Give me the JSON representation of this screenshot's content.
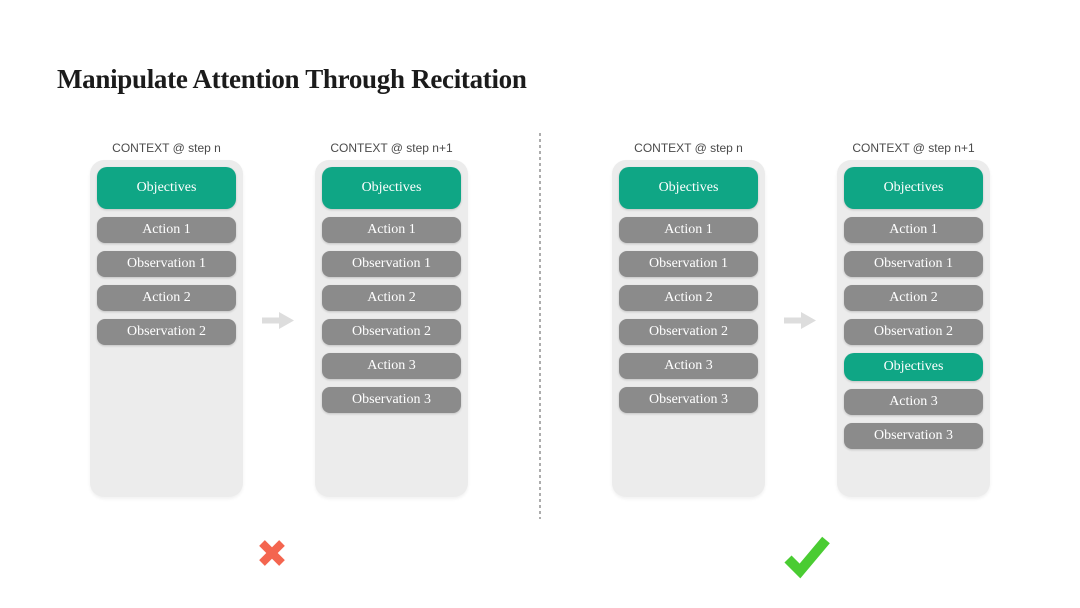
{
  "title": "Manipulate Attention Through Recitation",
  "colors": {
    "accent_teal": "#0FA685",
    "item_gray": "#8B8B8B",
    "container_gray": "#ECECEC",
    "arrow_gray": "#DDDDDD",
    "cross_red": "#F4654F",
    "check_green": "#4ACC32"
  },
  "icons": {
    "arrow": "right-arrow-icon",
    "reject": "cross-icon",
    "accept": "check-icon"
  },
  "panels": [
    {
      "name": "without-recitation",
      "verdict": "rejected",
      "columns": [
        {
          "header": "CONTEXT @ step n",
          "items": [
            {
              "label": "Objectives",
              "type": "objective"
            },
            {
              "label": "Action 1",
              "type": "step"
            },
            {
              "label": "Observation 1",
              "type": "step"
            },
            {
              "label": "Action 2",
              "type": "step"
            },
            {
              "label": "Observation 2",
              "type": "step"
            }
          ]
        },
        {
          "header": "CONTEXT @ step n+1",
          "items": [
            {
              "label": "Objectives",
              "type": "objective"
            },
            {
              "label": "Action 1",
              "type": "step"
            },
            {
              "label": "Observation 1",
              "type": "step"
            },
            {
              "label": "Action 2",
              "type": "step"
            },
            {
              "label": "Observation 2",
              "type": "step"
            },
            {
              "label": "Action 3",
              "type": "step"
            },
            {
              "label": "Observation 3",
              "type": "step"
            }
          ]
        }
      ]
    },
    {
      "name": "with-recitation",
      "verdict": "accepted",
      "columns": [
        {
          "header": "CONTEXT @ step n",
          "items": [
            {
              "label": "Objectives",
              "type": "objective"
            },
            {
              "label": "Action 1",
              "type": "step"
            },
            {
              "label": "Observation 1",
              "type": "step"
            },
            {
              "label": "Action 2",
              "type": "step"
            },
            {
              "label": "Observation 2",
              "type": "step"
            },
            {
              "label": "Action 3",
              "type": "step"
            },
            {
              "label": "Observation 3",
              "type": "step"
            }
          ]
        },
        {
          "header": "CONTEXT @ step n+1",
          "items": [
            {
              "label": "Objectives",
              "type": "objective"
            },
            {
              "label": "Action 1",
              "type": "step"
            },
            {
              "label": "Observation 1",
              "type": "step"
            },
            {
              "label": "Action 2",
              "type": "step"
            },
            {
              "label": "Observation 2",
              "type": "step"
            },
            {
              "label": "Objectives",
              "type": "objective-recited"
            },
            {
              "label": "Action 3",
              "type": "step"
            },
            {
              "label": "Observation 3",
              "type": "step"
            }
          ]
        }
      ]
    }
  ]
}
